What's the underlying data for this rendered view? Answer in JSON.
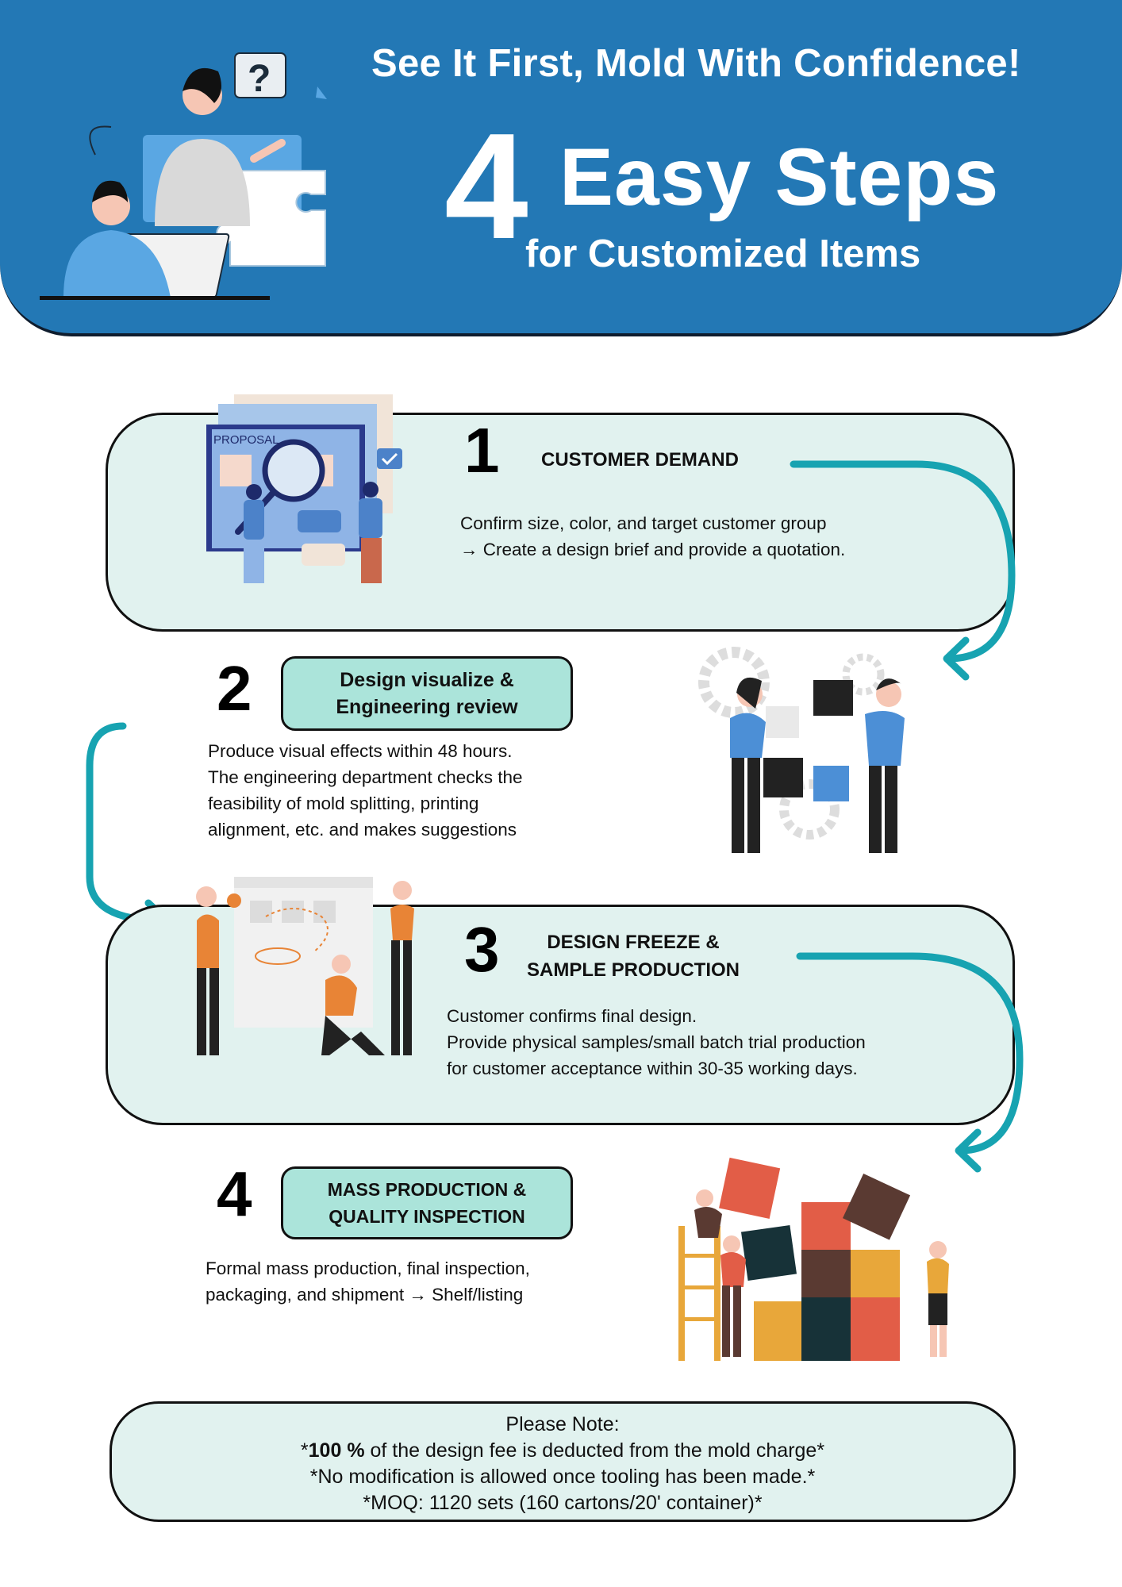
{
  "header": {
    "tagline": "See It First, Mold With Confidence!",
    "number": "4",
    "title": "Easy Steps",
    "subtitle": "for Customized Items"
  },
  "steps": [
    {
      "number": "1",
      "title": "CUSTOMER DEMAND",
      "description": "Confirm size, color, and target customer group\n→ Create a design brief and provide a quotation.",
      "illustration_label": "PROPOSAL"
    },
    {
      "number": "2",
      "title": "Design visualize &\nEngineering review",
      "description": "Produce visual effects within 48 hours.\nThe engineering department checks the\nfeasibility of mold splitting, printing\nalignment, etc. and makes suggestions"
    },
    {
      "number": "3",
      "title": "DESIGN FREEZE &\nSAMPLE PRODUCTION",
      "description": "Customer confirms final design.\nProvide physical samples/small batch trial production\nfor customer acceptance within 30-35 working days."
    },
    {
      "number": "4",
      "title": "MASS PRODUCTION &\nQUALITY INSPECTION",
      "description": "Formal mass production, final inspection,\npackaging, and shipment → Shelf/listing"
    }
  ],
  "note": {
    "heading": "Please Note:",
    "line1_prefix": "*",
    "line1_bold": "100 %",
    "line1_rest": " of the design fee is deducted from the mold charge*",
    "line2": "*No modification is allowed once tooling has been made.*",
    "line3": "*MOQ: 1120 sets (160 cartons/20' container)*"
  },
  "colors": {
    "header_blue": "#2378b5",
    "box_fill": "#e1f2ef",
    "pill_fill": "#abe4da",
    "arrow_teal": "#17a3b1",
    "accent_orange": "#e88436"
  }
}
